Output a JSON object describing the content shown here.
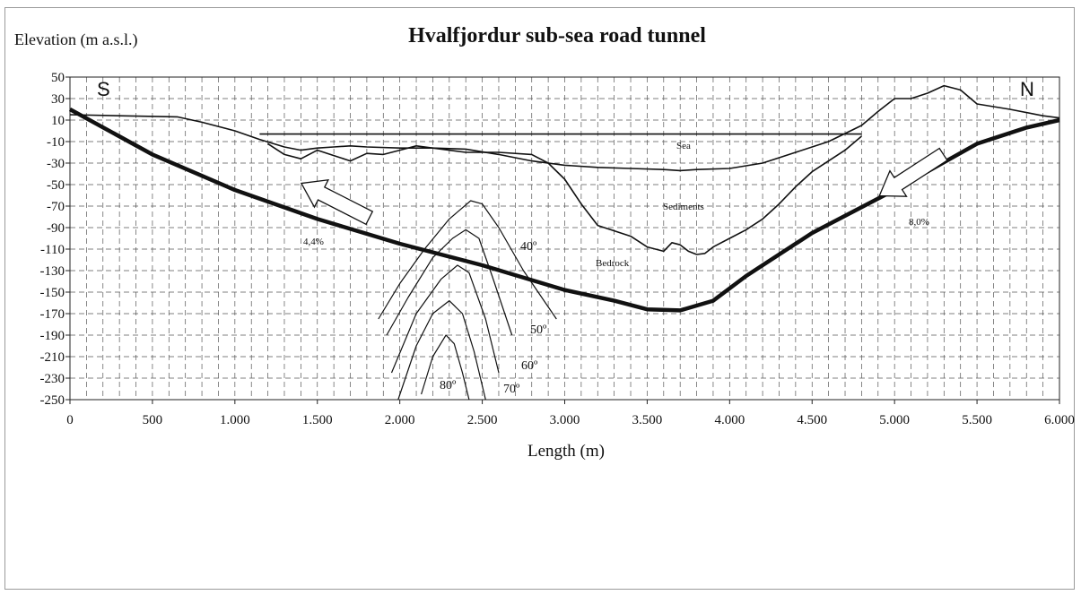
{
  "chart_data": {
    "type": "line",
    "title": "Hvalfjordur sub-sea road tunnel",
    "ylabel": "Elevation (m a.s.l.)",
    "xlabel": "Length  (m)",
    "xlim": [
      0,
      6000
    ],
    "ylim": [
      -250,
      50
    ],
    "x_ticks": [
      0,
      500,
      1000,
      1500,
      2000,
      2500,
      3000,
      3500,
      4000,
      4500,
      5000,
      5500,
      6000
    ],
    "x_tick_labels": [
      "0",
      "500",
      "1.000",
      "1.500",
      "2.000",
      "2.500",
      "3.000",
      "3.500",
      "4.000",
      "4.500",
      "5.000",
      "5.500",
      "6.000"
    ],
    "y_ticks": [
      50,
      30,
      10,
      -10,
      -30,
      -50,
      -70,
      -90,
      -110,
      -130,
      -150,
      -170,
      -190,
      -210,
      -230,
      -250
    ],
    "grid": true,
    "end_labels": {
      "left": "S",
      "right": "N"
    },
    "series": [
      {
        "role": "tunnel",
        "x": [
          0,
          500,
          1000,
          1500,
          2000,
          2500,
          3000,
          3300,
          3500,
          3700,
          3900,
          4100,
          4500,
          5000,
          5500,
          5800,
          6000
        ],
        "y": [
          20,
          -22,
          -55,
          -82,
          -105,
          -125,
          -148,
          -158,
          -166,
          -167,
          -158,
          -135,
          -95,
          -55,
          -12,
          3,
          10
        ]
      },
      {
        "role": "sea-surface",
        "x": [
          1150,
          4800
        ],
        "y": [
          -3,
          -3
        ]
      },
      {
        "role": "seabed",
        "x": [
          0,
          300,
          650,
          800,
          1000,
          1150,
          1300,
          1400,
          1500,
          1600,
          1700,
          1800,
          2000,
          2200,
          2400,
          2600,
          2800,
          3000,
          3200,
          3400,
          3600,
          3700,
          3800,
          4000,
          4200,
          4400,
          4600,
          4800,
          4900,
          5000,
          5100,
          5200,
          5300,
          5400,
          5500,
          5700,
          5900,
          6000
        ],
        "y": [
          15,
          14,
          13,
          8,
          0,
          -8,
          -15,
          -18,
          -16,
          -15,
          -14,
          -15,
          -16,
          -16,
          -17,
          -22,
          -28,
          -32,
          -34,
          -35,
          -36,
          -37,
          -36,
          -35,
          -30,
          -20,
          -10,
          5,
          18,
          30,
          30,
          35,
          42,
          38,
          25,
          20,
          14,
          12
        ]
      },
      {
        "role": "bedrock-surface",
        "x": [
          1200,
          1300,
          1400,
          1500,
          1600,
          1700,
          1800,
          1900,
          2000,
          2100,
          2200,
          2400,
          2600,
          2800,
          2900,
          3000,
          3100,
          3200,
          3400,
          3500,
          3600,
          3650,
          3700,
          3750,
          3800,
          3850,
          3900,
          4000,
          4100,
          4200,
          4300,
          4400,
          4500,
          4600,
          4700,
          4800
        ],
        "y": [
          -12,
          -22,
          -26,
          -18,
          -23,
          -28,
          -21,
          -22,
          -18,
          -14,
          -16,
          -20,
          -20,
          -22,
          -30,
          -45,
          -68,
          -88,
          -98,
          -108,
          -112,
          -104,
          -106,
          -112,
          -115,
          -114,
          -108,
          -100,
          -92,
          -82,
          -68,
          -52,
          -38,
          -28,
          -18,
          -5
        ]
      }
    ],
    "dip_contours": [
      {
        "label": "40º",
        "x": [
          1870,
          2000,
          2150,
          2300,
          2430,
          2500,
          2600,
          2750,
          2950
        ],
        "y": [
          -175,
          -142,
          -110,
          -82,
          -65,
          -68,
          -90,
          -130,
          -175
        ]
      },
      {
        "label": "50º",
        "x": [
          1920,
          2050,
          2200,
          2320,
          2400,
          2480,
          2560,
          2680
        ],
        "y": [
          -190,
          -155,
          -118,
          -100,
          -92,
          -100,
          -135,
          -190
        ]
      },
      {
        "label": "60º",
        "x": [
          1950,
          2100,
          2250,
          2350,
          2420,
          2520,
          2600
        ],
        "y": [
          -225,
          -170,
          -138,
          -125,
          -132,
          -175,
          -225
        ]
      },
      {
        "label": "70º",
        "x": [
          1990,
          2100,
          2200,
          2300,
          2380,
          2450,
          2520
        ],
        "y": [
          -250,
          -200,
          -170,
          -158,
          -170,
          -205,
          -250
        ]
      },
      {
        "label": "80º",
        "x": [
          2130,
          2200,
          2280,
          2330,
          2380,
          2420
        ],
        "y": [
          -245,
          -210,
          -190,
          -198,
          -225,
          -250
        ]
      }
    ],
    "annotations": {
      "sea": "Sea",
      "sediments": "Sediments",
      "bedrock": "Bedrock",
      "grade_left": "4,4%",
      "grade_right": "8,0%"
    }
  }
}
